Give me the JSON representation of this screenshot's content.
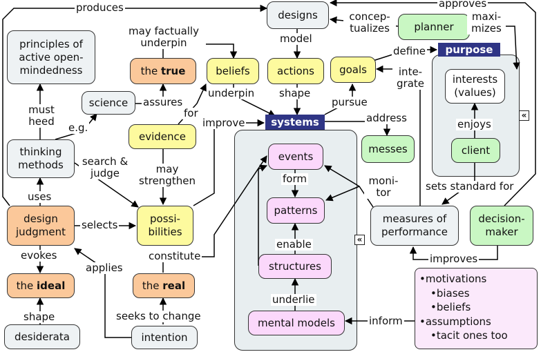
{
  "nodes": {
    "designs": "designs",
    "planner": "planner",
    "purpose": "purpose",
    "principles": "principles of active open-mindedness",
    "the_true_prefix": "the ",
    "the_true_bold": "true",
    "beliefs": "beliefs",
    "actions": "actions",
    "goals": "goals",
    "science": "science",
    "interests": "interests (values)",
    "evidence": "evidence",
    "systems": "systems",
    "messes": "messes",
    "client": "client",
    "thinking_methods": "thinking methods",
    "events": "events",
    "patterns": "patterns",
    "design_judgment": "design judgment",
    "possibilities": "possi-bilities",
    "measures": "measures of performance",
    "decision_maker": "decision-maker",
    "structures": "structures",
    "the_ideal_prefix": "the ",
    "the_ideal_bold": "ideal",
    "the_real_prefix": "the ",
    "the_real_bold": "real",
    "mental_models": "mental models",
    "desiderata": "desiderata",
    "intention": "intention"
  },
  "list": {
    "items": [
      {
        "text": "motivations",
        "level": 1
      },
      {
        "text": "biases",
        "level": 2
      },
      {
        "text": "beliefs",
        "level": 2
      },
      {
        "text": "assumptions",
        "level": 1
      },
      {
        "text": "tacit ones too",
        "level": 2
      }
    ],
    "bullet": "•"
  },
  "labels": {
    "produces": "produces",
    "approves": "approves",
    "model": "model",
    "conceptualizes": "concep-tualizes",
    "maximizes": "maxi-mizes",
    "define": "define",
    "may_factually_underpin": "may factually underpin",
    "integrate": "inte-grate",
    "underpin": "underpin",
    "shape_top": "shape",
    "pursue": "pursue",
    "assures": "assures",
    "for": "for",
    "must_heed": "must heed",
    "eg": "e.g.",
    "enjoys": "enjoys",
    "improve": "improve",
    "address": "address",
    "search_judge": "search & judge",
    "may_strengthen": "may strengthen",
    "form": "form",
    "monitor": "moni-tor",
    "sets_standard": "sets standard for",
    "uses": "uses",
    "selects": "selects",
    "enable": "enable",
    "evokes": "evokes",
    "applies": "applies",
    "constitute": "constitute",
    "improves": "improves",
    "underlie": "underlie",
    "shape_bottom": "shape",
    "seeks_to_change": "seeks to change",
    "inform": "inform"
  },
  "icons": {
    "collapse": "«"
  },
  "colors": {
    "gray": "#eef2f4",
    "orange": "#fbc89a",
    "yellow": "#fdfa9e",
    "green": "#c9f7c3",
    "pink": "#fbd8fb",
    "header": "#2f3585"
  }
}
